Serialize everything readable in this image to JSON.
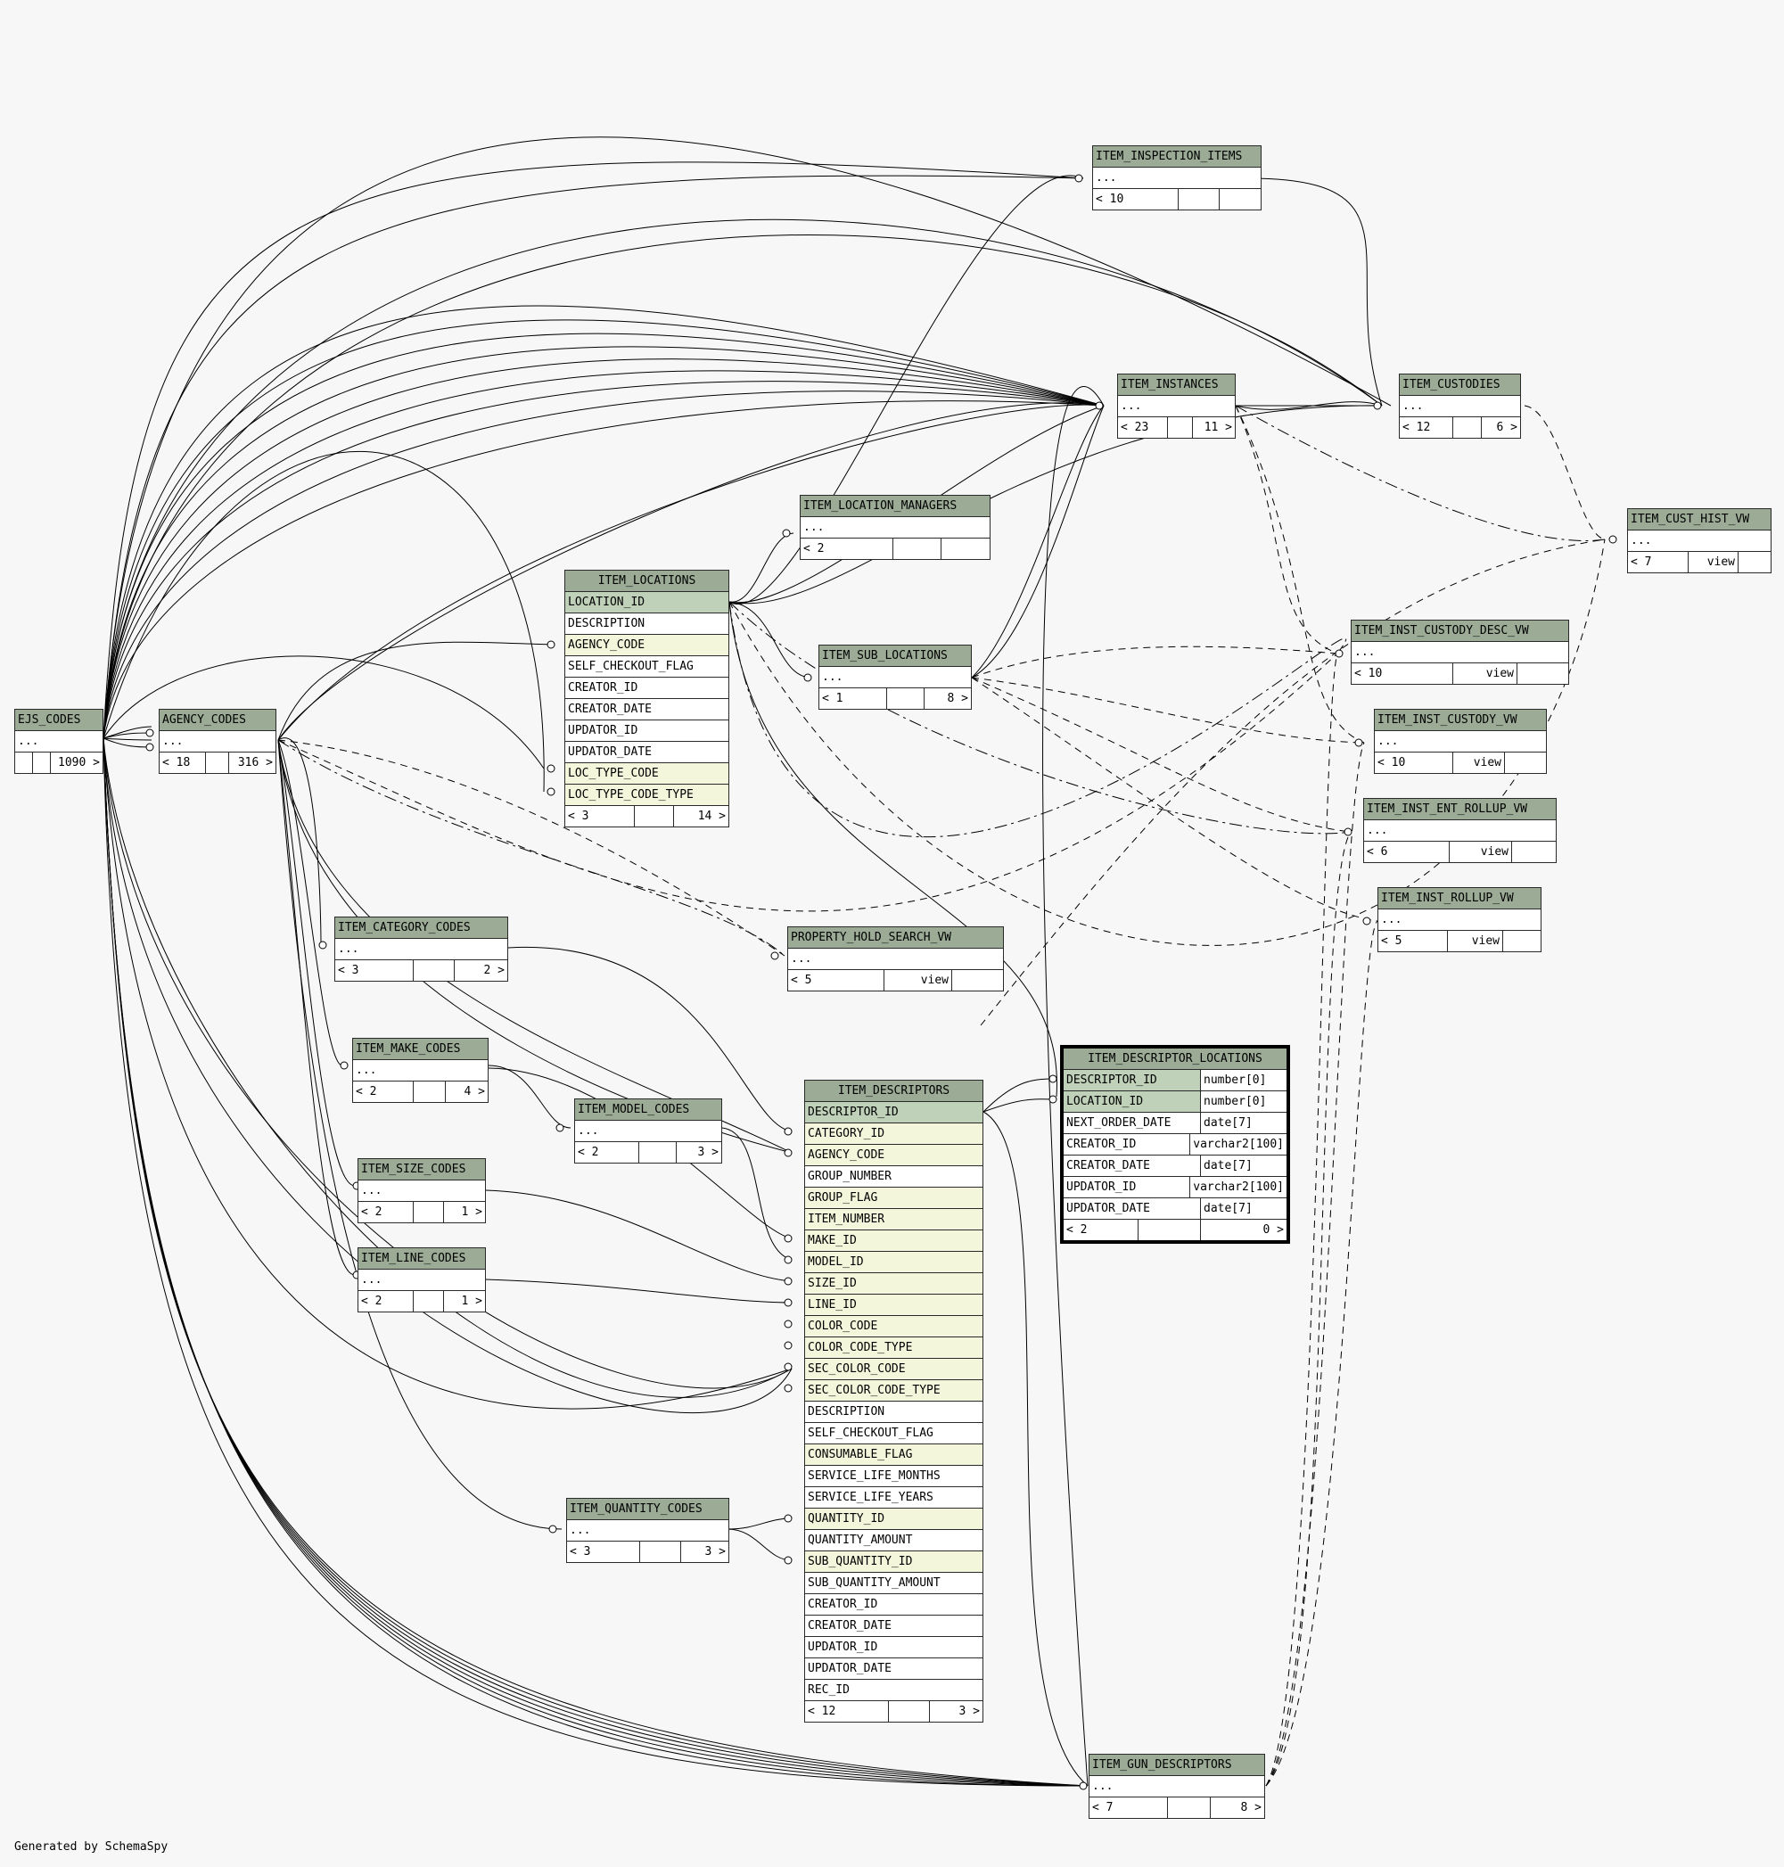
{
  "footer": "Generated by SchemaSpy",
  "tables": {
    "ejs_codes": {
      "name": "EJS_CODES",
      "dots": "...",
      "f1": "",
      "f2": "",
      "f3": "1090 >"
    },
    "agency_codes": {
      "name": "AGENCY_CODES",
      "dots": "...",
      "f1": "< 18",
      "f2": "",
      "f3": "316 >"
    },
    "item_inspection_items": {
      "name": "ITEM_INSPECTION_ITEMS",
      "dots": "...",
      "f1": "< 10",
      "f2": "",
      "f3": ""
    },
    "item_instances": {
      "name": "ITEM_INSTANCES",
      "dots": "...",
      "f1": "< 23",
      "f2": "",
      "f3": "11 >"
    },
    "item_custodies": {
      "name": "ITEM_CUSTODIES",
      "dots": "...",
      "f1": "< 12",
      "f2": "",
      "f3": "6 >"
    },
    "item_cust_hist_vw": {
      "name": "ITEM_CUST_HIST_VW",
      "dots": "...",
      "f1": "< 7",
      "f2": "view",
      "f3": ""
    },
    "item_location_managers": {
      "name": "ITEM_LOCATION_MANAGERS",
      "dots": "...",
      "f1": "< 2",
      "f2": "",
      "f3": ""
    },
    "item_sub_locations": {
      "name": "ITEM_SUB_LOCATIONS",
      "dots": "...",
      "f1": "< 1",
      "f2": "",
      "f3": "8 >"
    },
    "item_inst_custody_desc_vw": {
      "name": "ITEM_INST_CUSTODY_DESC_VW",
      "dots": "...",
      "f1": "< 10",
      "f2": "view",
      "f3": ""
    },
    "item_inst_custody_vw": {
      "name": "ITEM_INST_CUSTODY_VW",
      "dots": "...",
      "f1": "< 10",
      "f2": "view",
      "f3": ""
    },
    "item_inst_ent_rollup_vw": {
      "name": "ITEM_INST_ENT_ROLLUP_VW",
      "dots": "...",
      "f1": "< 6",
      "f2": "view",
      "f3": ""
    },
    "item_inst_rollup_vw": {
      "name": "ITEM_INST_ROLLUP_VW",
      "dots": "...",
      "f1": "< 5",
      "f2": "view",
      "f3": ""
    },
    "item_category_codes": {
      "name": "ITEM_CATEGORY_CODES",
      "dots": "...",
      "f1": "< 3",
      "f2": "",
      "f3": "2 >"
    },
    "property_hold_search_vw": {
      "name": "PROPERTY_HOLD_SEARCH_VW",
      "dots": "...",
      "f1": "< 5",
      "f2": "view",
      "f3": ""
    },
    "item_make_codes": {
      "name": "ITEM_MAKE_CODES",
      "dots": "...",
      "f1": "< 2",
      "f2": "",
      "f3": "4 >"
    },
    "item_model_codes": {
      "name": "ITEM_MODEL_CODES",
      "dots": "...",
      "f1": "< 2",
      "f2": "",
      "f3": "3 >"
    },
    "item_size_codes": {
      "name": "ITEM_SIZE_CODES",
      "dots": "...",
      "f1": "< 2",
      "f2": "",
      "f3": "1 >"
    },
    "item_line_codes": {
      "name": "ITEM_LINE_CODES",
      "dots": "...",
      "f1": "< 2",
      "f2": "",
      "f3": "1 >"
    },
    "item_quantity_codes": {
      "name": "ITEM_QUANTITY_CODES",
      "dots": "...",
      "f1": "< 3",
      "f2": "",
      "f3": "3 >"
    },
    "item_gun_descriptors": {
      "name": "ITEM_GUN_DESCRIPTORS",
      "dots": "...",
      "f1": "< 7",
      "f2": "",
      "f3": "8 >"
    },
    "item_locations": {
      "name": "ITEM_LOCATIONS",
      "columns": [
        "LOCATION_ID",
        "DESCRIPTION",
        "AGENCY_CODE",
        "SELF_CHECKOUT_FLAG",
        "CREATOR_ID",
        "CREATOR_DATE",
        "UPDATOR_ID",
        "UPDATOR_DATE",
        "LOC_TYPE_CODE",
        "LOC_TYPE_CODE_TYPE"
      ],
      "f1": "< 3",
      "f2": "",
      "f3": "14 >"
    },
    "item_descriptors": {
      "name": "ITEM_DESCRIPTORS",
      "columns": [
        "DESCRIPTOR_ID",
        "CATEGORY_ID",
        "AGENCY_CODE",
        "GROUP_NUMBER",
        "GROUP_FLAG",
        "ITEM_NUMBER",
        "MAKE_ID",
        "MODEL_ID",
        "SIZE_ID",
        "LINE_ID",
        "COLOR_CODE",
        "COLOR_CODE_TYPE",
        "SEC_COLOR_CODE",
        "SEC_COLOR_CODE_TYPE",
        "DESCRIPTION",
        "SELF_CHECKOUT_FLAG",
        "CONSUMABLE_FLAG",
        "SERVICE_LIFE_MONTHS",
        "SERVICE_LIFE_YEARS",
        "QUANTITY_ID",
        "QUANTITY_AMOUNT",
        "SUB_QUANTITY_ID",
        "SUB_QUANTITY_AMOUNT",
        "CREATOR_ID",
        "CREATOR_DATE",
        "UPDATOR_ID",
        "UPDATOR_DATE",
        "REC_ID"
      ],
      "f1": "< 12",
      "f2": "",
      "f3": "3 >"
    },
    "item_descriptor_locations": {
      "name": "ITEM_DESCRIPTOR_LOCATIONS",
      "columns": [
        {
          "name": "DESCRIPTOR_ID",
          "type": "number[0]"
        },
        {
          "name": "LOCATION_ID",
          "type": "number[0]"
        },
        {
          "name": "NEXT_ORDER_DATE",
          "type": "date[7]"
        },
        {
          "name": "CREATOR_ID",
          "type": "varchar2[100]"
        },
        {
          "name": "CREATOR_DATE",
          "type": "date[7]"
        },
        {
          "name": "UPDATOR_ID",
          "type": "varchar2[100]"
        },
        {
          "name": "UPDATOR_DATE",
          "type": "date[7]"
        }
      ],
      "f1": "< 2",
      "f2": "",
      "f3": "0 >"
    }
  }
}
